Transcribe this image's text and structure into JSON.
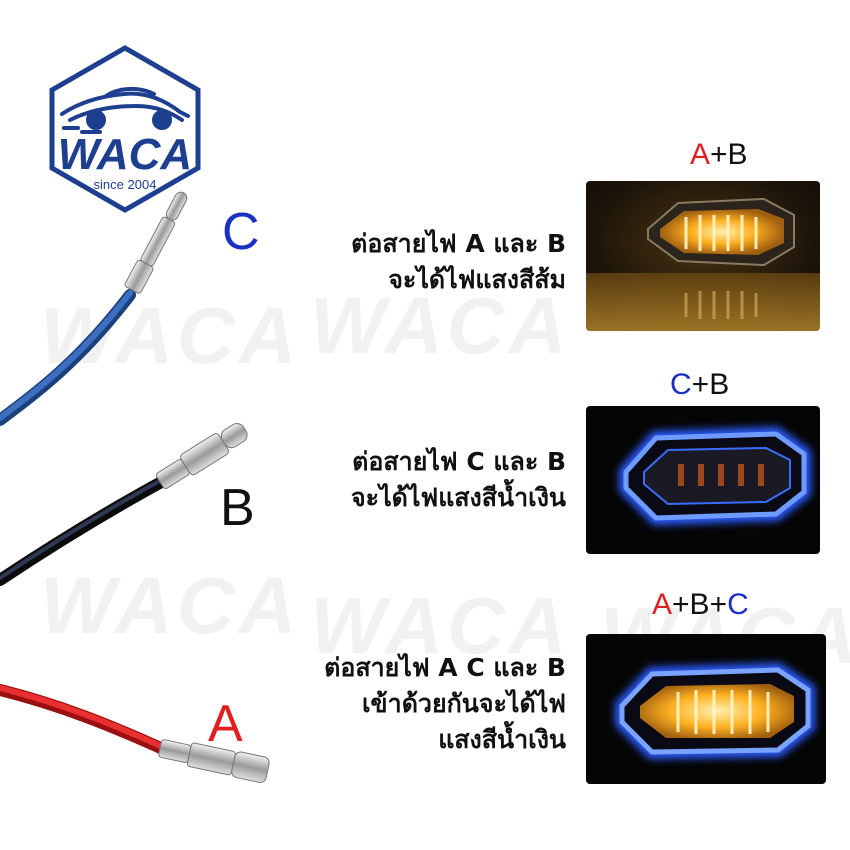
{
  "logo": {
    "brand": "WACA",
    "tagline": "since 2004"
  },
  "wires": {
    "c_label": "C",
    "b_label": "B",
    "a_label": "A"
  },
  "instructions": {
    "ab": {
      "line1": "ต่อสายไฟ A และ B",
      "line2": "จะได้ไฟแสงสีส้ม"
    },
    "cb": {
      "line1": "ต่อสายไฟ C และ B",
      "line2": "จะได้ไฟแสงสีน้ำเงิน"
    },
    "acb": {
      "line1": "ต่อสายไฟ A C และ B",
      "line2": "เข้าด้วยกันจะได้ไฟ",
      "line3": "แสงสีน้ำเงิน"
    }
  },
  "combos": {
    "ab": {
      "a": "A",
      "plus": "+",
      "b": "B"
    },
    "cb": {
      "c": "C",
      "plus": "+",
      "b": "B"
    },
    "acb": {
      "a": "A",
      "plus1": "+",
      "b": "B",
      "plus2": "+",
      "c": "C"
    }
  },
  "colors": {
    "red": "#e02020",
    "blue": "#1a2fc4",
    "black": "#111111",
    "amber": "#ffb020",
    "neon_blue": "#2a5cff",
    "wire_blue": "#2d5fae",
    "logo_blue": "#1e3f8f"
  }
}
